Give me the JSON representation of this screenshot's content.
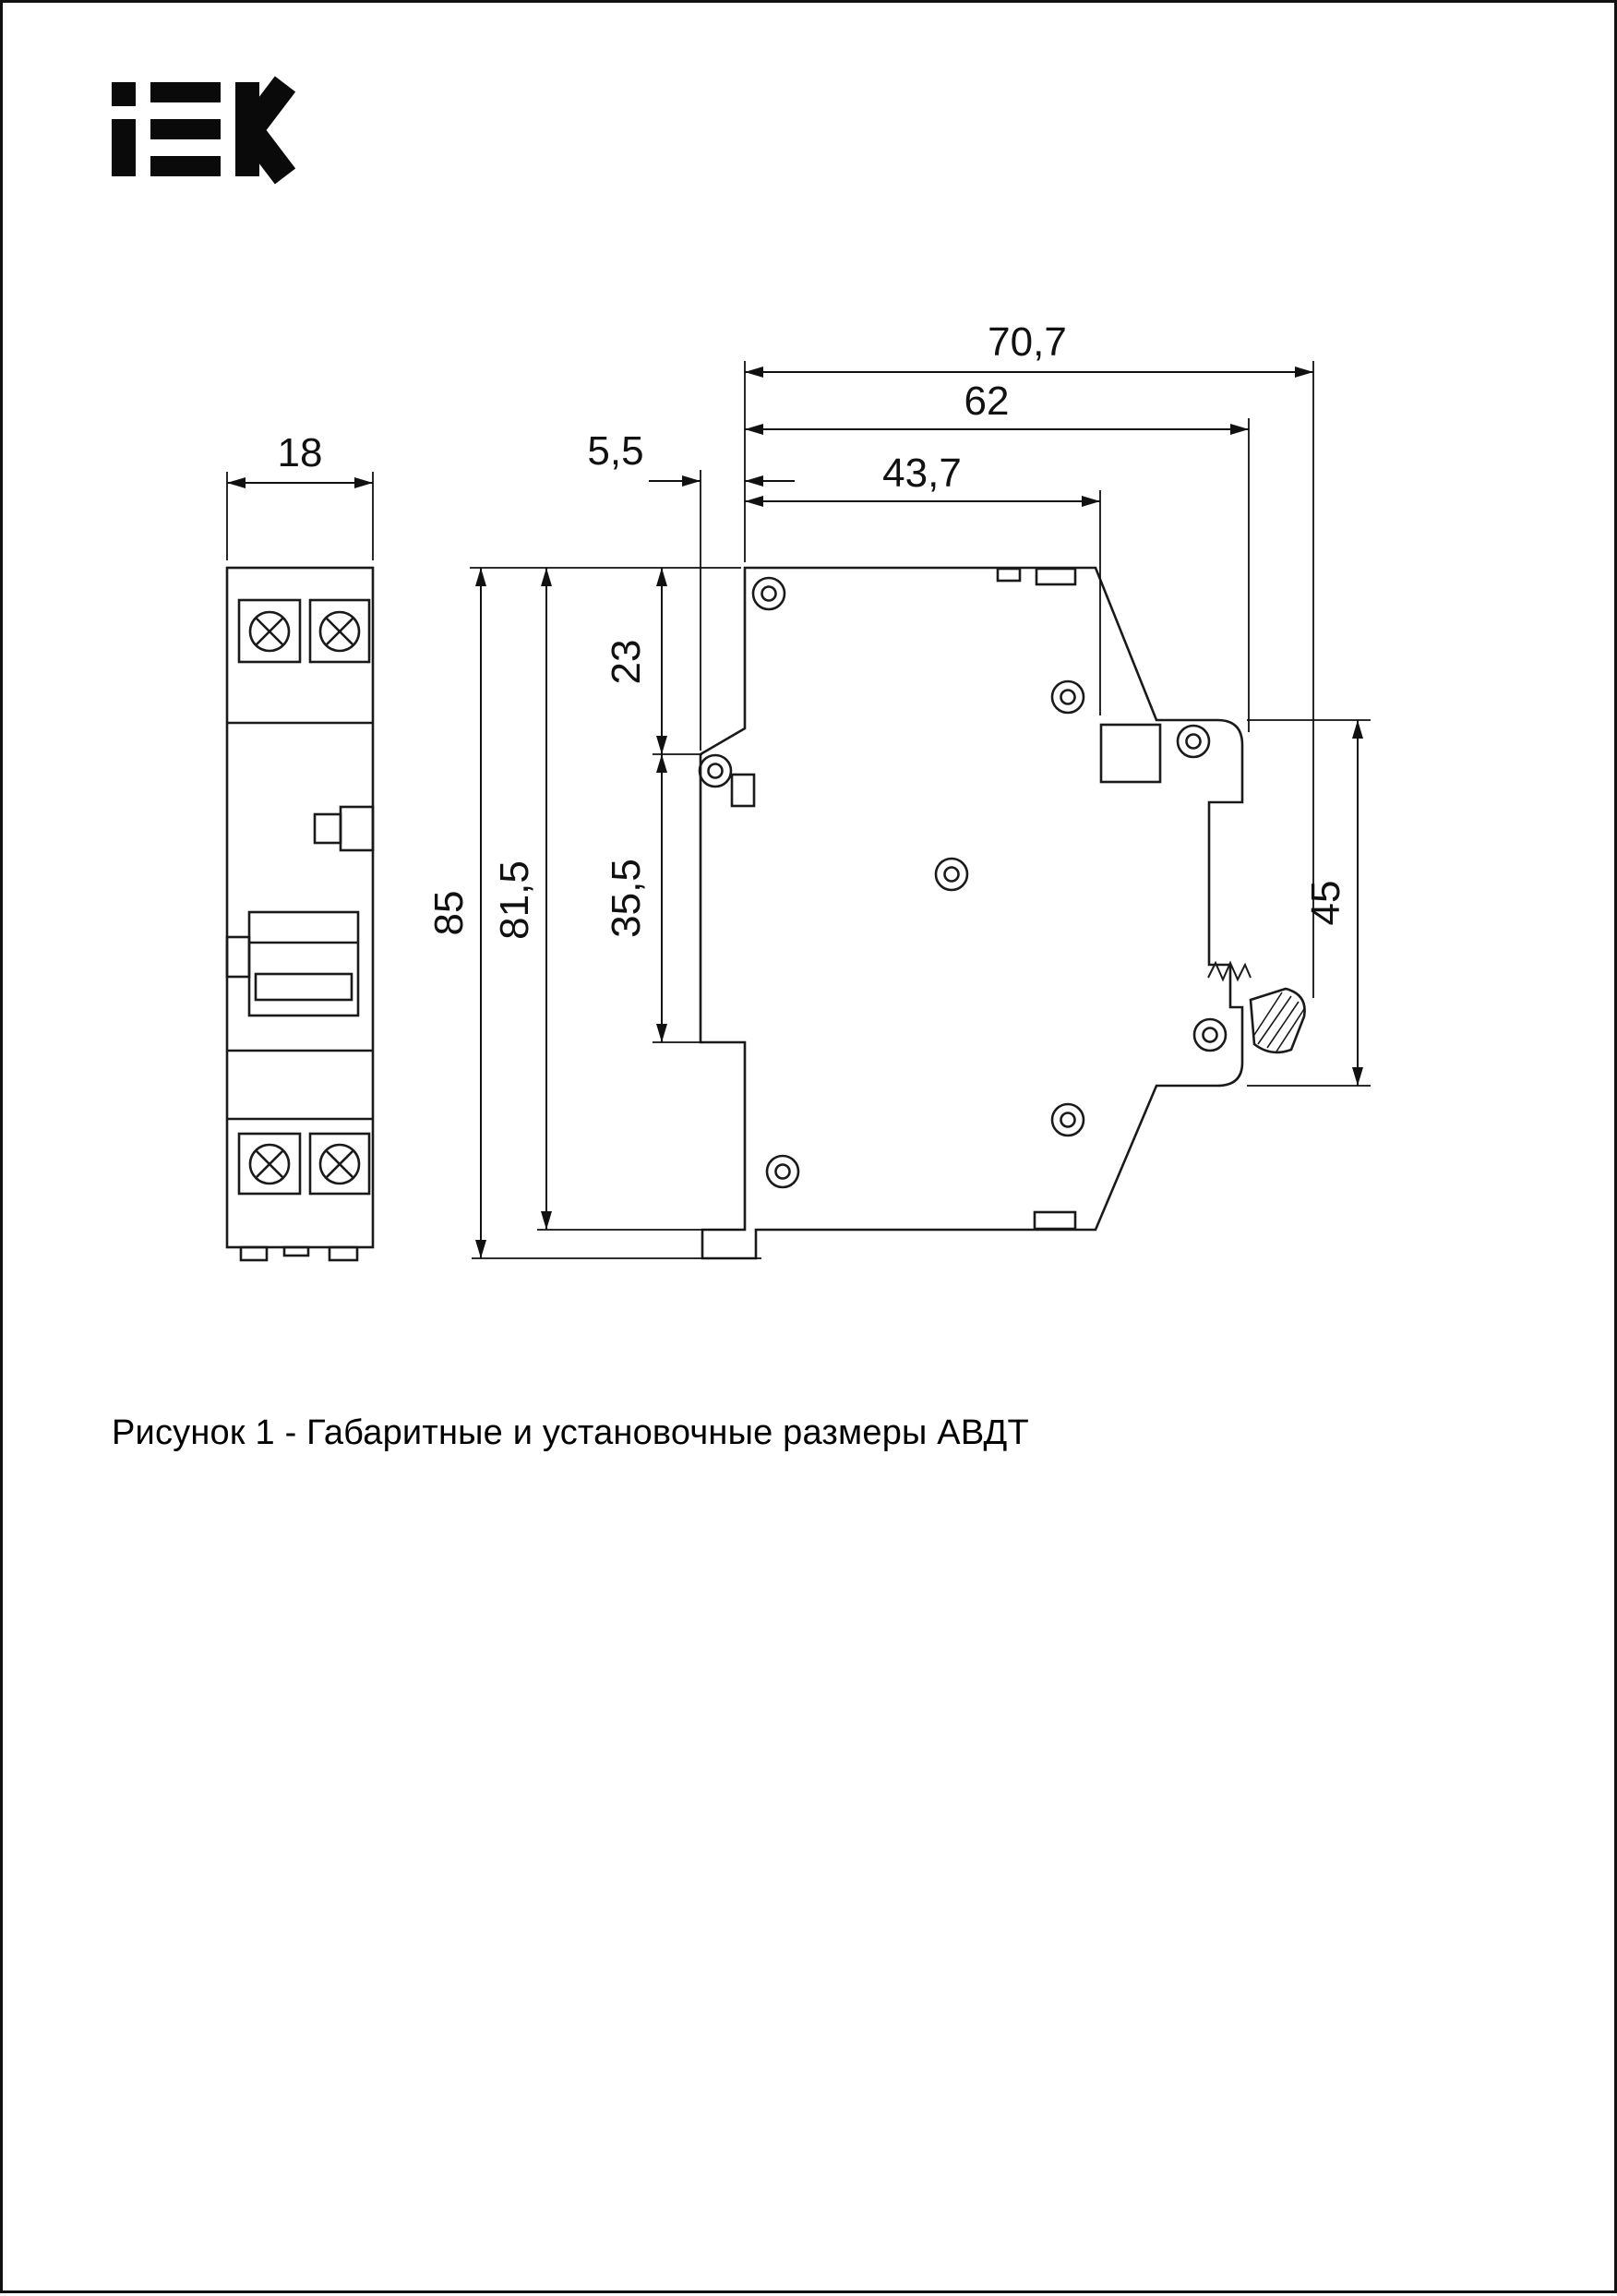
{
  "brand": "IEK",
  "caption": "Рисунок 1 - Габаритные и установочные размеры АВДТ",
  "dims": {
    "front_width": "18",
    "total_depth": "70,7",
    "body_depth": "62",
    "front_depth": "43,7",
    "nose_step": "5,5",
    "top_to_nose": "23",
    "nose_height": "35,5",
    "total_height": "85",
    "body_height": "81,5",
    "din_height": "45"
  }
}
